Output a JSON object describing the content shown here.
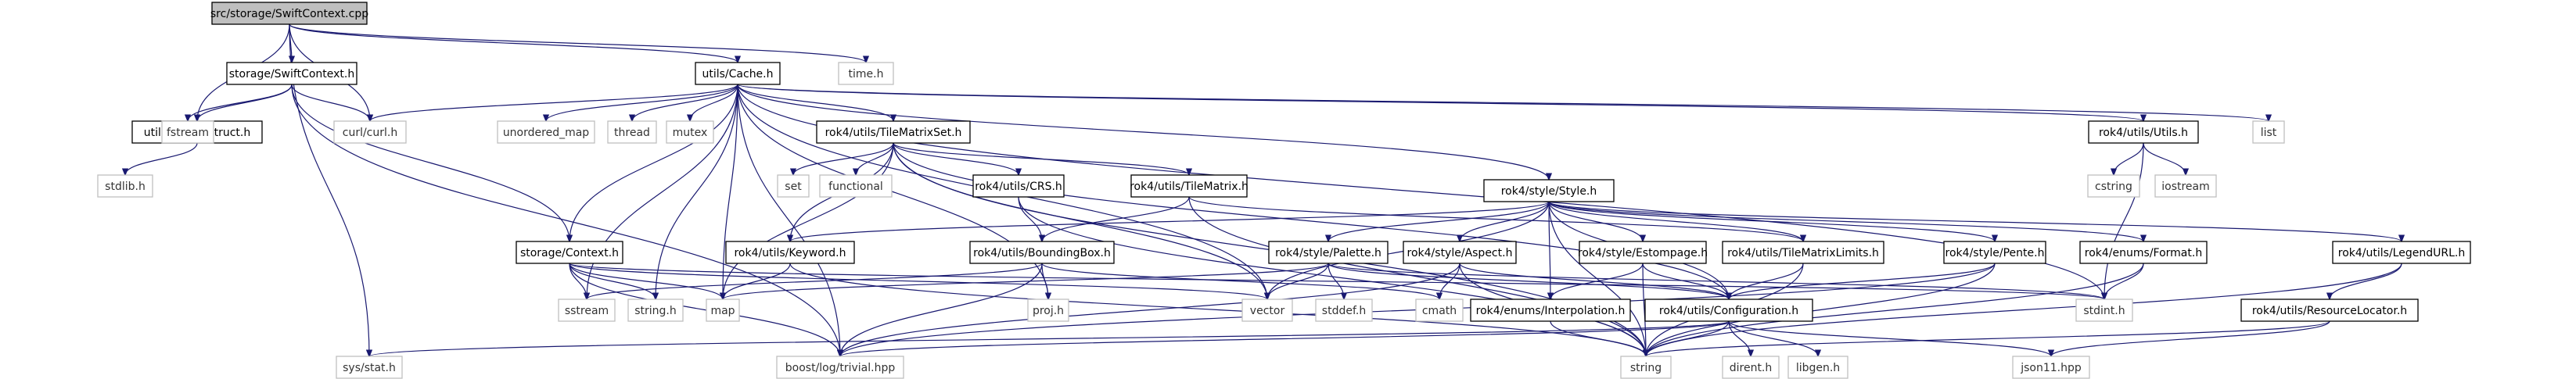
{
  "diagram": {
    "type": "include-dependency-graph",
    "root": "src/storage/SwiftContext.cpp",
    "nodes": [
      {
        "id": "root",
        "label": "src/storage/SwiftContext.cpp",
        "kind": "root"
      },
      {
        "id": "swiftctx",
        "label": "storage/SwiftContext.h",
        "kind": "documented"
      },
      {
        "id": "cache",
        "label": "utils/Cache.h",
        "kind": "documented"
      },
      {
        "id": "time",
        "label": "time.h",
        "kind": "external"
      },
      {
        "id": "libcurl",
        "label": "utils/LibcurlStruct.h",
        "kind": "documented"
      },
      {
        "id": "fstream",
        "label": "fstream",
        "kind": "external"
      },
      {
        "id": "curl",
        "label": "curl/curl.h",
        "kind": "external"
      },
      {
        "id": "stdlib",
        "label": "stdlib.h",
        "kind": "external"
      },
      {
        "id": "context",
        "label": "storage/Context.h",
        "kind": "documented"
      },
      {
        "id": "unordered_map",
        "label": "unordered_map",
        "kind": "external"
      },
      {
        "id": "thread",
        "label": "thread",
        "kind": "external"
      },
      {
        "id": "mutex",
        "label": "mutex",
        "kind": "external"
      },
      {
        "id": "tms",
        "label": "rok4/utils/TileMatrixSet.h",
        "kind": "documented"
      },
      {
        "id": "style",
        "label": "rok4/style/Style.h",
        "kind": "documented"
      },
      {
        "id": "utils",
        "label": "rok4/utils/Utils.h",
        "kind": "documented"
      },
      {
        "id": "list",
        "label": "list",
        "kind": "external"
      },
      {
        "id": "set",
        "label": "set",
        "kind": "external"
      },
      {
        "id": "functional",
        "label": "functional",
        "kind": "external"
      },
      {
        "id": "crs",
        "label": "rok4/utils/CRS.h",
        "kind": "documented"
      },
      {
        "id": "tm",
        "label": "rok4/utils/TileMatrix.h",
        "kind": "documented"
      },
      {
        "id": "cstring",
        "label": "cstring",
        "kind": "external"
      },
      {
        "id": "iostream",
        "label": "iostream",
        "kind": "external"
      },
      {
        "id": "keyword",
        "label": "rok4/utils/Keyword.h",
        "kind": "documented"
      },
      {
        "id": "bbox",
        "label": "rok4/utils/BoundingBox.h",
        "kind": "documented"
      },
      {
        "id": "palette",
        "label": "rok4/style/Palette.h",
        "kind": "documented"
      },
      {
        "id": "aspect",
        "label": "rok4/style/Aspect.h",
        "kind": "documented"
      },
      {
        "id": "estompage",
        "label": "rok4/style/Estompage.h",
        "kind": "documented"
      },
      {
        "id": "tmlimits",
        "label": "rok4/utils/TileMatrixLimits.h",
        "kind": "documented"
      },
      {
        "id": "pente",
        "label": "rok4/style/Pente.h",
        "kind": "documented"
      },
      {
        "id": "format",
        "label": "rok4/enums/Format.h",
        "kind": "documented"
      },
      {
        "id": "legendurl",
        "label": "rok4/utils/LegendURL.h",
        "kind": "documented"
      },
      {
        "id": "sstream",
        "label": "sstream",
        "kind": "external"
      },
      {
        "id": "stringh",
        "label": "string.h",
        "kind": "external"
      },
      {
        "id": "map",
        "label": "map",
        "kind": "external"
      },
      {
        "id": "vector",
        "label": "vector",
        "kind": "external"
      },
      {
        "id": "proj",
        "label": "proj.h",
        "kind": "external"
      },
      {
        "id": "stddef",
        "label": "stddef.h",
        "kind": "external"
      },
      {
        "id": "cmath",
        "label": "cmath",
        "kind": "external"
      },
      {
        "id": "interp",
        "label": "rok4/enums/Interpolation.h",
        "kind": "documented"
      },
      {
        "id": "config",
        "label": "rok4/utils/Configuration.h",
        "kind": "documented"
      },
      {
        "id": "stdint",
        "label": "stdint.h",
        "kind": "external"
      },
      {
        "id": "resloc",
        "label": "rok4/utils/ResourceLocator.h",
        "kind": "documented"
      },
      {
        "id": "sysstat",
        "label": "sys/stat.h",
        "kind": "external"
      },
      {
        "id": "boostlog",
        "label": "boost/log/trivial.hpp",
        "kind": "external"
      },
      {
        "id": "string",
        "label": "string",
        "kind": "external"
      },
      {
        "id": "dirent",
        "label": "dirent.h",
        "kind": "external"
      },
      {
        "id": "libgen",
        "label": "libgen.h",
        "kind": "external"
      },
      {
        "id": "json11",
        "label": "json11.hpp",
        "kind": "external"
      }
    ],
    "edges": [
      [
        "root",
        "swiftctx"
      ],
      [
        "root",
        "cache"
      ],
      [
        "root",
        "time"
      ],
      [
        "root",
        "libcurl"
      ],
      [
        "root",
        "curl"
      ],
      [
        "root",
        "sysstat"
      ],
      [
        "swiftctx",
        "libcurl"
      ],
      [
        "swiftctx",
        "fstream"
      ],
      [
        "swiftctx",
        "curl"
      ],
      [
        "swiftctx",
        "context"
      ],
      [
        "swiftctx",
        "boostlog"
      ],
      [
        "libcurl",
        "stdlib"
      ],
      [
        "cache",
        "curl"
      ],
      [
        "cache",
        "unordered_map"
      ],
      [
        "cache",
        "thread"
      ],
      [
        "cache",
        "mutex"
      ],
      [
        "cache",
        "tms"
      ],
      [
        "cache",
        "style"
      ],
      [
        "cache",
        "utils"
      ],
      [
        "cache",
        "list"
      ],
      [
        "cache",
        "context"
      ],
      [
        "cache",
        "sstream"
      ],
      [
        "cache",
        "stringh"
      ],
      [
        "cache",
        "map"
      ],
      [
        "cache",
        "vector"
      ],
      [
        "cache",
        "proj"
      ],
      [
        "cache",
        "stdint"
      ],
      [
        "cache",
        "boostlog"
      ],
      [
        "tms",
        "set"
      ],
      [
        "tms",
        "functional"
      ],
      [
        "tms",
        "crs"
      ],
      [
        "tms",
        "tm"
      ],
      [
        "tms",
        "keyword"
      ],
      [
        "tms",
        "map"
      ],
      [
        "tms",
        "vector"
      ],
      [
        "tms",
        "config"
      ],
      [
        "tms",
        "string"
      ],
      [
        "crs",
        "bbox"
      ],
      [
        "crs",
        "string"
      ],
      [
        "tm",
        "bbox"
      ],
      [
        "tm",
        "tmlimits"
      ],
      [
        "tm",
        "string"
      ],
      [
        "style",
        "keyword"
      ],
      [
        "style",
        "palette"
      ],
      [
        "style",
        "aspect"
      ],
      [
        "style",
        "estompage"
      ],
      [
        "style",
        "tmlimits"
      ],
      [
        "style",
        "pente"
      ],
      [
        "style",
        "format"
      ],
      [
        "style",
        "legendurl"
      ],
      [
        "style",
        "interp"
      ],
      [
        "style",
        "config"
      ],
      [
        "style",
        "vector"
      ],
      [
        "style",
        "string"
      ],
      [
        "utils",
        "cstring"
      ],
      [
        "utils",
        "iostream"
      ],
      [
        "utils",
        "stdint"
      ],
      [
        "keyword",
        "map"
      ],
      [
        "keyword",
        "string"
      ],
      [
        "bbox",
        "sstream"
      ],
      [
        "bbox",
        "proj"
      ],
      [
        "bbox",
        "cmath"
      ],
      [
        "bbox",
        "boostlog"
      ],
      [
        "palette",
        "map"
      ],
      [
        "palette",
        "vector"
      ],
      [
        "palette",
        "stddef"
      ],
      [
        "palette",
        "stdint"
      ],
      [
        "palette",
        "config"
      ],
      [
        "aspect",
        "cmath"
      ],
      [
        "aspect",
        "config"
      ],
      [
        "aspect",
        "string"
      ],
      [
        "aspect",
        "boostlog"
      ],
      [
        "estompage",
        "interp"
      ],
      [
        "estompage",
        "config"
      ],
      [
        "estompage",
        "string"
      ],
      [
        "tmlimits",
        "config"
      ],
      [
        "tmlimits",
        "string"
      ],
      [
        "pente",
        "config"
      ],
      [
        "pente",
        "string"
      ],
      [
        "pente",
        "boostlog"
      ],
      [
        "format",
        "stdint"
      ],
      [
        "format",
        "string"
      ],
      [
        "legendurl",
        "resloc"
      ],
      [
        "legendurl",
        "string"
      ],
      [
        "context",
        "sstream"
      ],
      [
        "context",
        "stringh"
      ],
      [
        "context",
        "map"
      ],
      [
        "context",
        "vector"
      ],
      [
        "context",
        "stdint"
      ],
      [
        "context",
        "boostlog"
      ],
      [
        "interp",
        "string"
      ],
      [
        "config",
        "sysstat"
      ],
      [
        "config",
        "boostlog"
      ],
      [
        "config",
        "string"
      ],
      [
        "config",
        "dirent"
      ],
      [
        "config",
        "libgen"
      ],
      [
        "config",
        "json11"
      ],
      [
        "resloc",
        "string"
      ],
      [
        "resloc",
        "json11"
      ]
    ]
  }
}
